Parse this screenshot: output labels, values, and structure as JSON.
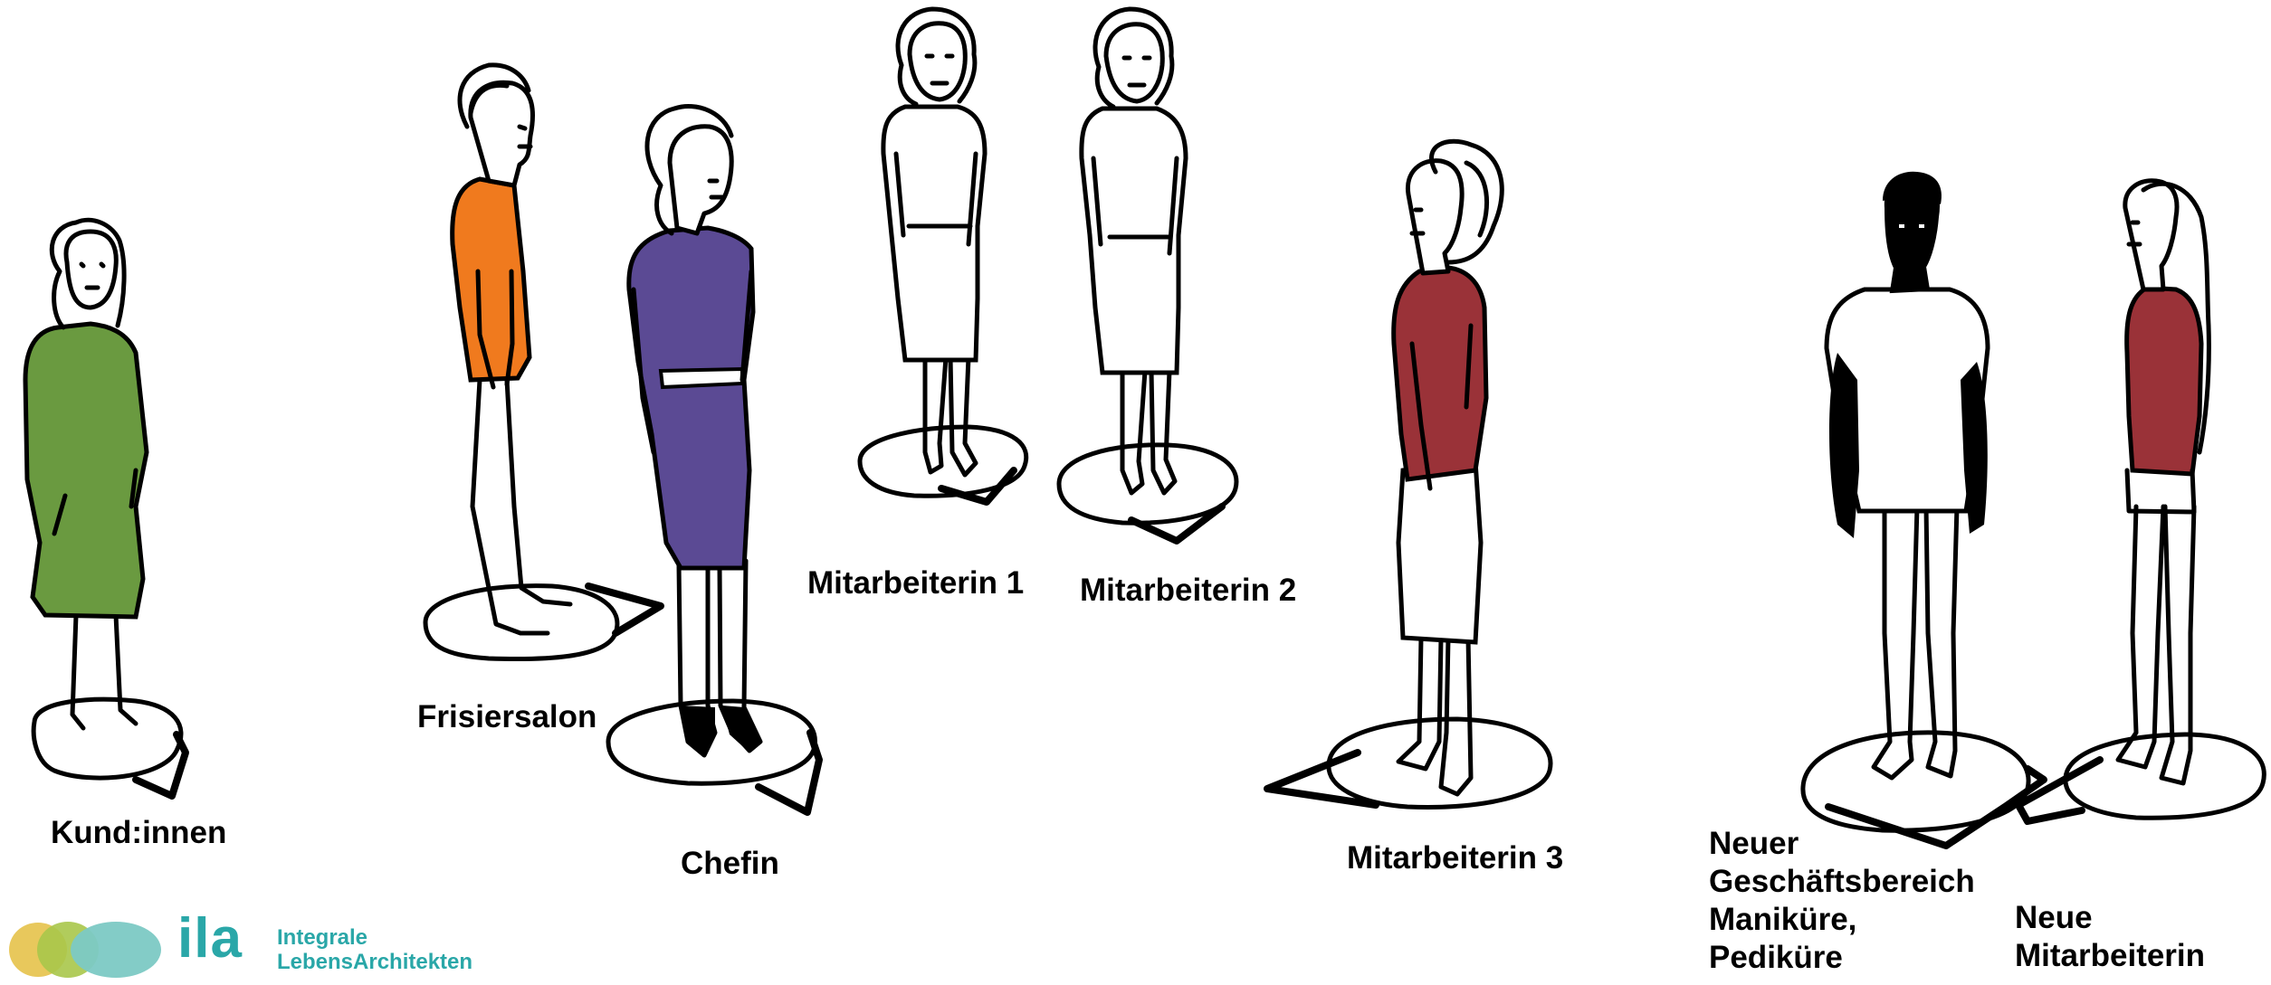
{
  "colors": {
    "customer_dress": "#6a9a40",
    "salon_shirt": "#f07a1e",
    "boss_suit": "#5b4a94",
    "employee_top": "#9a3238",
    "new_employee_top": "#9a3238",
    "logo_teal": "#2aa7a8",
    "logo_yellow": "#e6c24a",
    "logo_lime": "#a9c64a",
    "logo_light_teal": "#7cc9c4",
    "ink": "#000000"
  },
  "figures": [
    {
      "id": "kundinnen",
      "label": "Kund:innen",
      "color_key": "customer_dress"
    },
    {
      "id": "frisiersalon",
      "label": "Frisiersalon",
      "color_key": "salon_shirt"
    },
    {
      "id": "chefin",
      "label": "Chefin",
      "color_key": "boss_suit"
    },
    {
      "id": "mitarbeiterin1",
      "label": "Mitarbeiterin 1",
      "color_key": ""
    },
    {
      "id": "mitarbeiterin2",
      "label": "Mitarbeiterin 2",
      "color_key": ""
    },
    {
      "id": "mitarbeiterin3",
      "label": "Mitarbeiterin 3",
      "color_key": "employee_top"
    },
    {
      "id": "neuer-geschaeftsbereich",
      "label_lines": [
        "Neuer",
        "Geschäftsbereich",
        "Maniküre,",
        "Pediküre"
      ],
      "color_key": ""
    },
    {
      "id": "neue-mitarbeiterin",
      "label_lines": [
        "Neue",
        "Mitarbeiterin"
      ],
      "color_key": "new_employee_top"
    }
  ],
  "logo": {
    "mark": "ila",
    "line1": "Integrale",
    "line2": "LebensArchitekten"
  }
}
